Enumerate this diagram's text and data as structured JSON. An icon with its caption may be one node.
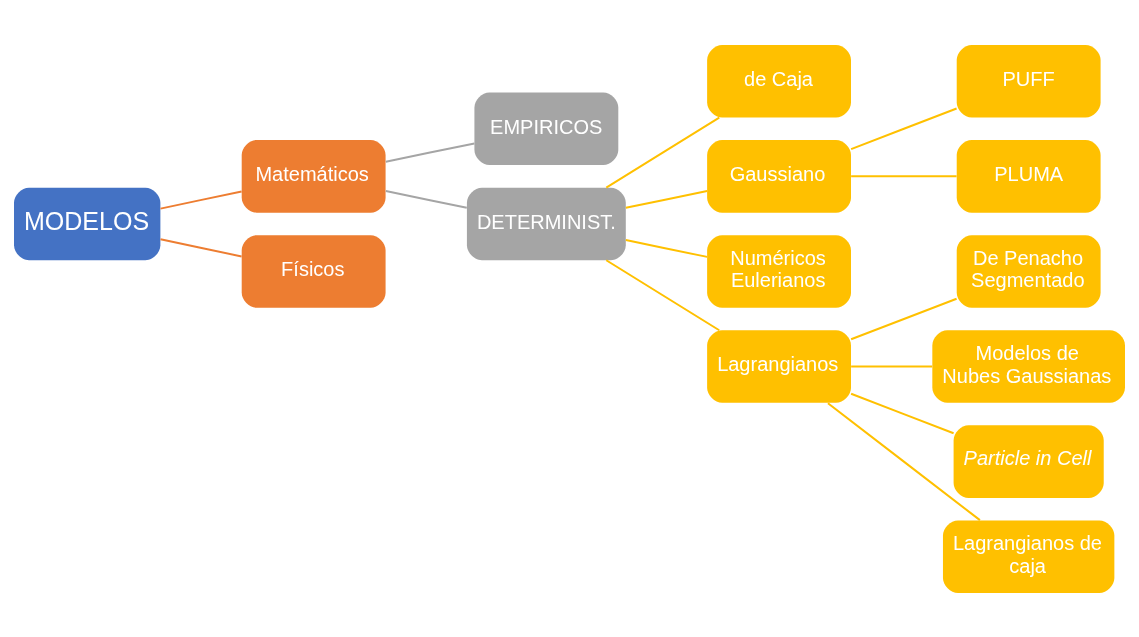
{
  "diagram": {
    "nodes": [
      {
        "text": [
          "MODELOS"
        ]
      },
      {
        "text": [
          "Matemáticos"
        ]
      },
      {
        "text": [
          "Físicos"
        ]
      },
      {
        "text": [
          "EMPIRICOS"
        ]
      },
      {
        "text": [
          "DETERMINIST."
        ]
      },
      {
        "text": [
          "de Caja"
        ]
      },
      {
        "text": [
          "Gaussiano"
        ]
      },
      {
        "text": [
          "Numéricos Eulerianos"
        ]
      },
      {
        "text": [
          "Lagrangianos"
        ]
      },
      {
        "text": [
          "PUFF"
        ]
      },
      {
        "text": [
          "PLUMA"
        ]
      },
      {
        "text": [
          "De Penacho Segmentado"
        ]
      },
      {
        "text": [
          "Modelos de Nubes Gaussianas"
        ]
      },
      {
        "text": [
          "Particle in Cell"
        ]
      },
      {
        "text": [
          "Lagrangianos de caja"
        ]
      }
    ],
    "edges": [
      {
        "from": 0,
        "to": 1,
        "arrow": "none",
        "color": "#ed7d31"
      },
      {
        "from": 0,
        "to": 2,
        "arrow": "none",
        "color": "#ed7d31"
      },
      {
        "from": 1,
        "to": 3,
        "arrow": "none",
        "color": "#a5a5a5"
      },
      {
        "from": 1,
        "to": 4,
        "arrow": "none",
        "color": "#a5a5a5"
      },
      {
        "from": 4,
        "to": 5,
        "arrow": "none"
      },
      {
        "from": 4,
        "to": 6,
        "arrow": "none"
      },
      {
        "from": 4,
        "to": 7,
        "arrow": "none"
      },
      {
        "from": 4,
        "to": 8,
        "arrow": "none"
      },
      {
        "from": 6,
        "to": 9,
        "arrow": "none"
      },
      {
        "from": 6,
        "to": 10,
        "arrow": "none"
      },
      {
        "from": 8,
        "to": 11,
        "arrow": "none"
      },
      {
        "from": 8,
        "to": 12,
        "arrow": "none"
      },
      {
        "from": 8,
        "to": 13,
        "arrow": "none"
      },
      {
        "from": 8,
        "to": 14,
        "arrow": "none"
      }
    ]
  }
}
